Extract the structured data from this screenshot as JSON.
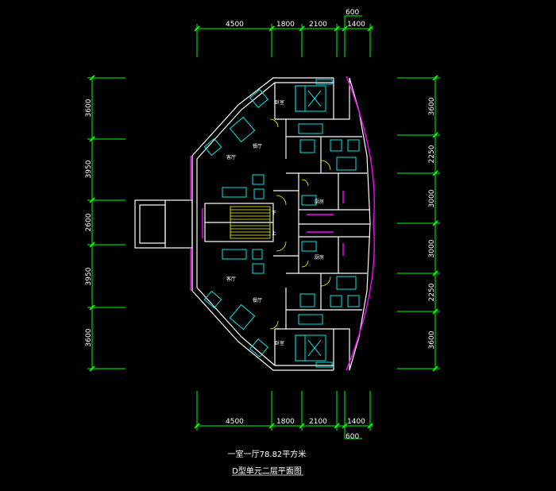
{
  "drawing": {
    "dims_top": [
      "4500",
      "1800",
      "2100",
      "600",
      "1400"
    ],
    "dims_bottom": [
      "4500",
      "1800",
      "2100",
      "1400",
      "600"
    ],
    "dims_left": [
      "3600",
      "3950",
      "2600",
      "3950",
      "3600"
    ],
    "dims_right": [
      "3600",
      "2250",
      "3000",
      "3000",
      "2250",
      "3600"
    ],
    "rooms": {
      "bedroom_top": "卧室",
      "dining": "餐厅",
      "living_top": "客厅",
      "kitchen_top": "厨房",
      "kitchen_bottom": "厨房",
      "living_bottom": "客厅",
      "dining_bottom": "餐厅",
      "bedroom_bottom": "卧室",
      "stair_down": "下",
      "stair_up": "上"
    },
    "caption_area": "一室一厅78.82平方米",
    "caption_title": "D型单元二层平面图",
    "colors": {
      "wall": "#ffffff",
      "dim": "#00ff00",
      "furniture": "#00ffff",
      "accent": "#ff00ff",
      "door": "#ffff00",
      "background": "#000000"
    }
  }
}
